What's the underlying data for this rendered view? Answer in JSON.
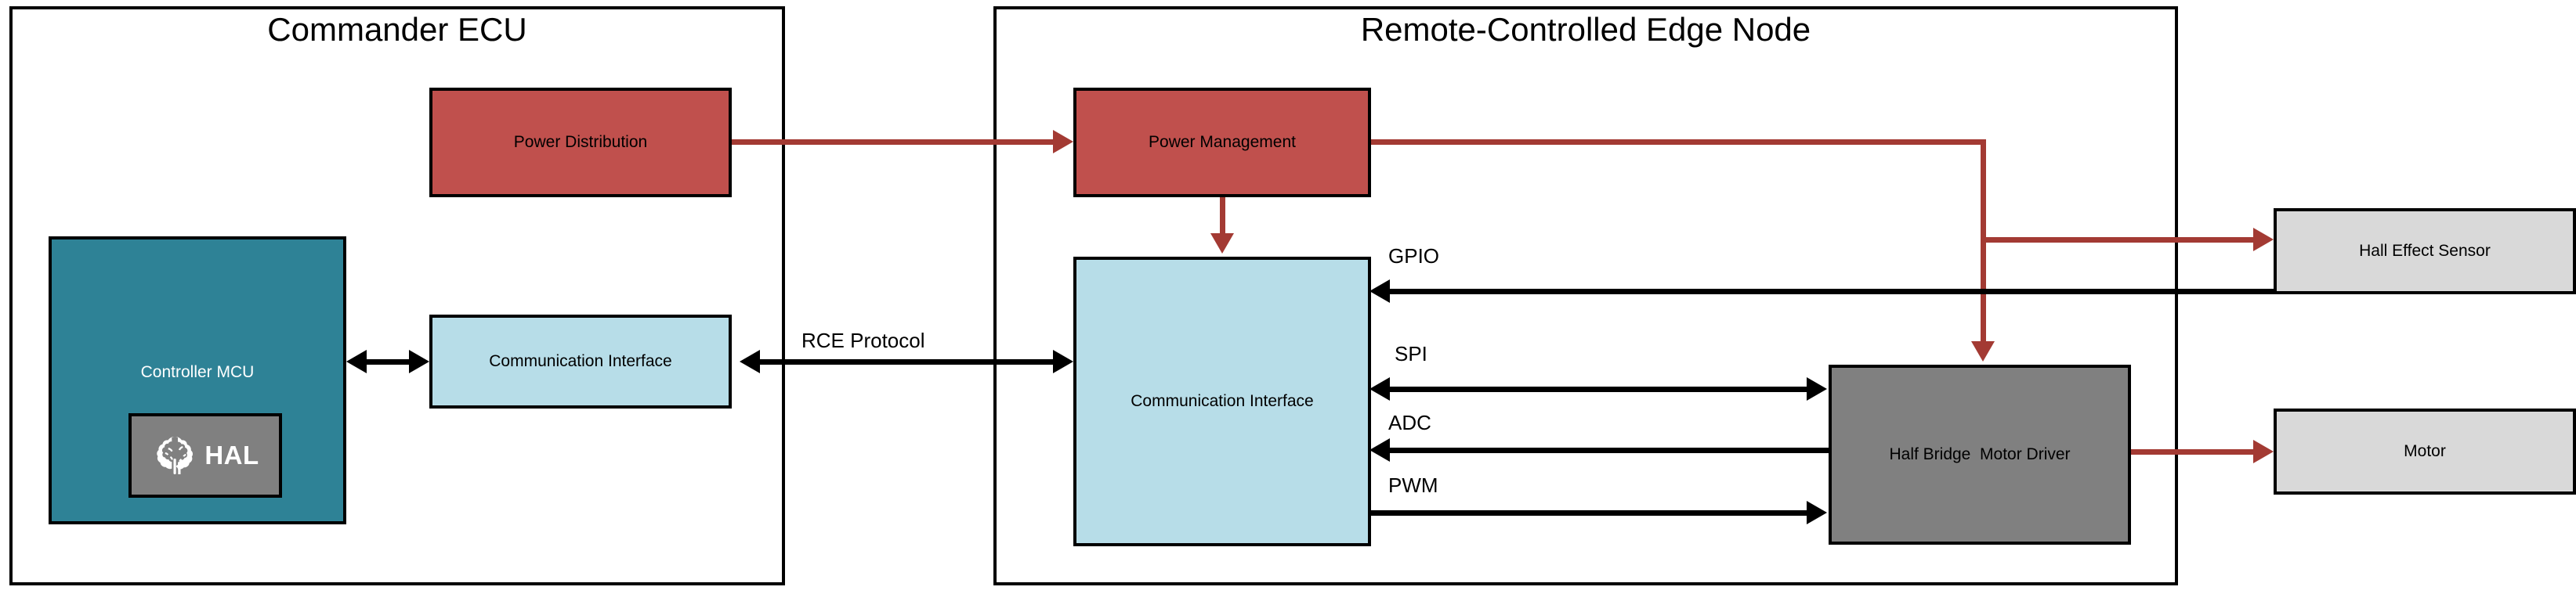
{
  "diagram": {
    "title_left": "Commander ECU",
    "title_right": "Remote-Controlled Edge Node",
    "colors": {
      "power_red": "#c0504d",
      "line_red": "#a33a33",
      "comm_blue": "#b7dde8",
      "mcu_teal": "#2e8296",
      "driver_gray": "#808080",
      "peripheral_gray": "#d9d9d9",
      "stroke": "#000000"
    }
  },
  "panels": [
    {
      "id": "commander-ecu",
      "title": "Commander ECU"
    },
    {
      "id": "edge-node",
      "title": "Remote-Controlled Edge Node"
    }
  ],
  "nodes": {
    "power_distribution": {
      "label": "Power Distribution",
      "fill": "#c0504d"
    },
    "controller_mcu": {
      "label": "Controller MCU",
      "fill": "#2e8296"
    },
    "hal_badge": {
      "label": "HAL",
      "icon": "brain-icon",
      "fill": "#808080"
    },
    "comm_interface_left": {
      "label": "Communication Interface",
      "fill": "#b7dde8"
    },
    "power_management": {
      "label": "Power Management",
      "fill": "#c0504d"
    },
    "comm_interface_right": {
      "label": "Communication Interface",
      "fill": "#b7dde8"
    },
    "motor_driver": {
      "label": "Half Bridge  Motor Driver",
      "fill": "#808080"
    },
    "hall_effect_sensor": {
      "label": "Hall Effect Sensor",
      "fill": "#d9d9d9"
    },
    "motor": {
      "label": "Motor",
      "fill": "#d9d9d9"
    }
  },
  "edge_labels": {
    "rce_protocol": "RCE Protocol",
    "gpio": "GPIO",
    "spi": "SPI",
    "adc": "ADC",
    "pwm": "PWM"
  },
  "connections": [
    {
      "from": "power_distribution",
      "to": "power_management",
      "kind": "power",
      "direction": "right"
    },
    {
      "from": "power_management",
      "to": "comm_interface_right",
      "kind": "power",
      "direction": "down"
    },
    {
      "from": "power_management",
      "to": "hall_effect_sensor",
      "kind": "power",
      "direction": "right"
    },
    {
      "from": "power_management",
      "to": "motor_driver",
      "kind": "power",
      "direction": "down"
    },
    {
      "from": "motor_driver",
      "to": "motor",
      "kind": "power",
      "direction": "right"
    },
    {
      "from": "controller_mcu",
      "to": "comm_interface_left",
      "kind": "signal",
      "direction": "bidirectional"
    },
    {
      "from": "comm_interface_left",
      "to": "comm_interface_right",
      "kind": "signal",
      "direction": "bidirectional",
      "label": "RCE Protocol"
    },
    {
      "from": "hall_effect_sensor",
      "to": "comm_interface_right",
      "kind": "signal",
      "direction": "left",
      "label": "GPIO"
    },
    {
      "from": "comm_interface_right",
      "to": "motor_driver",
      "kind": "signal",
      "direction": "bidirectional",
      "label": "SPI"
    },
    {
      "from": "motor_driver",
      "to": "comm_interface_right",
      "kind": "signal",
      "direction": "left",
      "label": "ADC"
    },
    {
      "from": "comm_interface_right",
      "to": "motor_driver",
      "kind": "signal",
      "direction": "right",
      "label": "PWM"
    }
  ]
}
